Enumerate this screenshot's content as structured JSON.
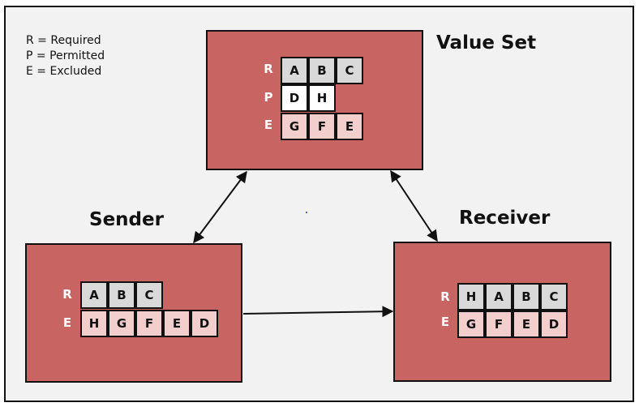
{
  "legend": {
    "required": "R = Required",
    "permitted": "P = Permitted",
    "excluded": "E = Excluded"
  },
  "value_set": {
    "title": "Value Set",
    "labels": {
      "r": "R",
      "p": "P",
      "e": "E"
    },
    "required": [
      "A",
      "B",
      "C"
    ],
    "permitted": [
      "D",
      "H"
    ],
    "excluded": [
      "G",
      "F",
      "E"
    ]
  },
  "sender": {
    "title": "Sender",
    "labels": {
      "r": "R",
      "e": "E"
    },
    "required": [
      "A",
      "B",
      "C"
    ],
    "excluded": [
      "H",
      "G",
      "F",
      "E",
      "D"
    ]
  },
  "receiver": {
    "title": "Receiver",
    "labels": {
      "r": "R",
      "e": "E"
    },
    "required": [
      "H",
      "A",
      "B",
      "C"
    ],
    "excluded": [
      "G",
      "F",
      "E",
      "D"
    ]
  },
  "colors": {
    "box_fill": "#c86461",
    "required_cell": "#d9d9d9",
    "permitted_cell": "#ffffff",
    "excluded_cell": "#f2cfcd",
    "background": "#f2f2f2"
  }
}
